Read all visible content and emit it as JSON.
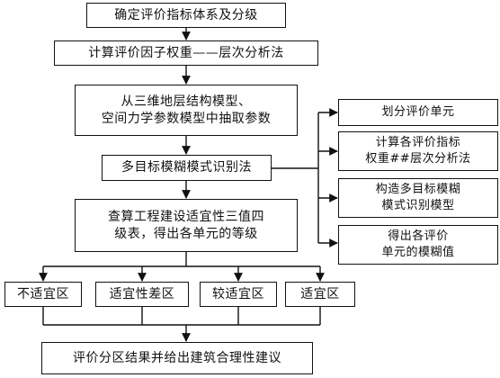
{
  "steps": {
    "step1": "确定评价指标体系及分级",
    "step2": "计算评价因子权重——层次分析法",
    "step3_line1": "从三维地层结构模型、",
    "step3_line2": "空间力学参数模型中抽取参数",
    "step4": "多目标模糊模式识别法",
    "step5_line1": "查算工程建设适宜性三值四",
    "step5_line2": "级表，得出各单元的等级",
    "final": "评价分区结果并给出建筑合理性建议"
  },
  "substeps": [
    {
      "lines": [
        "划分评价单元"
      ]
    },
    {
      "lines": [
        "计算各评价指标",
        "权重##层次分析法"
      ]
    },
    {
      "lines": [
        "构造多目标模糊",
        "模式识别模型"
      ]
    },
    {
      "lines": [
        "得出各评价",
        "单元的模糊值"
      ]
    }
  ],
  "zones": [
    {
      "label": "不适宜区"
    },
    {
      "label": "适宜性差区"
    },
    {
      "label": "较适宜区"
    },
    {
      "label": "适宜区"
    }
  ],
  "colors": {
    "stroke": "#111111",
    "background": "#ffffff"
  }
}
